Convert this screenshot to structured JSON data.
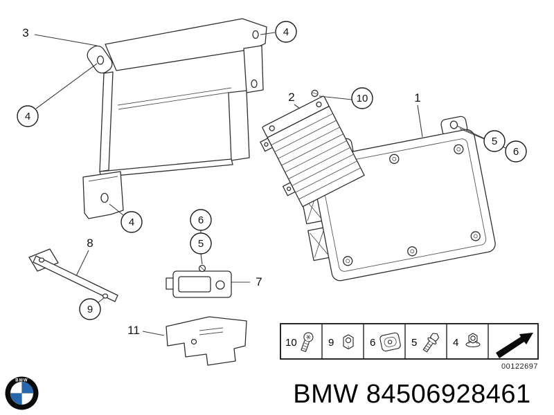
{
  "diagram": {
    "line_color": "#2e2e2e",
    "callouts": [
      {
        "label": "3",
        "circled": false
      },
      {
        "label": "4",
        "circled": true
      },
      {
        "label": "4",
        "circled": true
      },
      {
        "label": "4",
        "circled": true
      },
      {
        "label": "2",
        "circled": false
      },
      {
        "label": "10",
        "circled": true
      },
      {
        "label": "1",
        "circled": false
      },
      {
        "label": "5",
        "circled": true
      },
      {
        "label": "6",
        "circled": true
      },
      {
        "label": "6",
        "circled": true
      },
      {
        "label": "5",
        "circled": true
      },
      {
        "label": "7",
        "circled": false
      },
      {
        "label": "8",
        "circled": false
      },
      {
        "label": "9",
        "circled": true
      },
      {
        "label": "11",
        "circled": false
      }
    ],
    "legend": {
      "items": [
        {
          "label": "10",
          "icon": "torx-screw-icon"
        },
        {
          "label": "9",
          "icon": "hex-nut-icon"
        },
        {
          "label": "6",
          "icon": "clip-nut-icon"
        },
        {
          "label": "5",
          "icon": "hex-bolt-icon"
        },
        {
          "label": "4",
          "icon": "flange-nut-icon"
        },
        {
          "label": "",
          "icon": "direction-arrow-icon"
        }
      ],
      "code": "00122697"
    }
  },
  "footer": {
    "logo_text": "BMW",
    "logo_icon": "bmw-roundel-icon",
    "logo_blue": "#2667ae",
    "brand": "BMW",
    "part_number": "84506928461"
  }
}
